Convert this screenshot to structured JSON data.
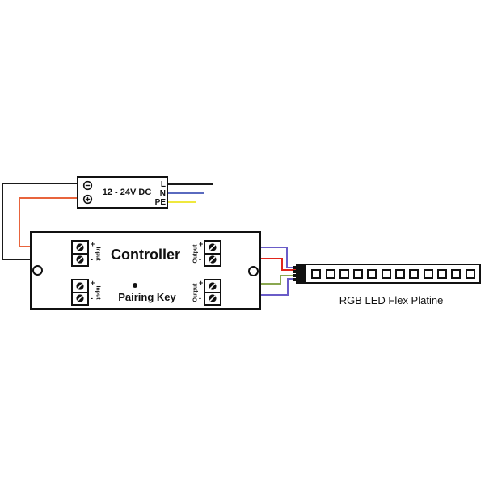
{
  "power_supply": {
    "label": "12 - 24V DC",
    "terminals_right": {
      "l": "L",
      "n": "N",
      "pe": "PE"
    }
  },
  "controller": {
    "title": "Controller",
    "pairing_key": "Pairing Key",
    "input_label": "Input",
    "output_label": "Output",
    "plus": "+",
    "minus": "-"
  },
  "led_strip": {
    "label": "RGB LED Flex Platine",
    "led_count": 12
  },
  "colors": {
    "black_wire": "#1a1a1a",
    "neutral_blue": "#5a6abf",
    "earth_yellow": "#efe83e",
    "plus_orange": "#e8643c",
    "output_red": "#e1251b",
    "output_green": "#8aa750",
    "output_blue": "#6a5cc8"
  }
}
